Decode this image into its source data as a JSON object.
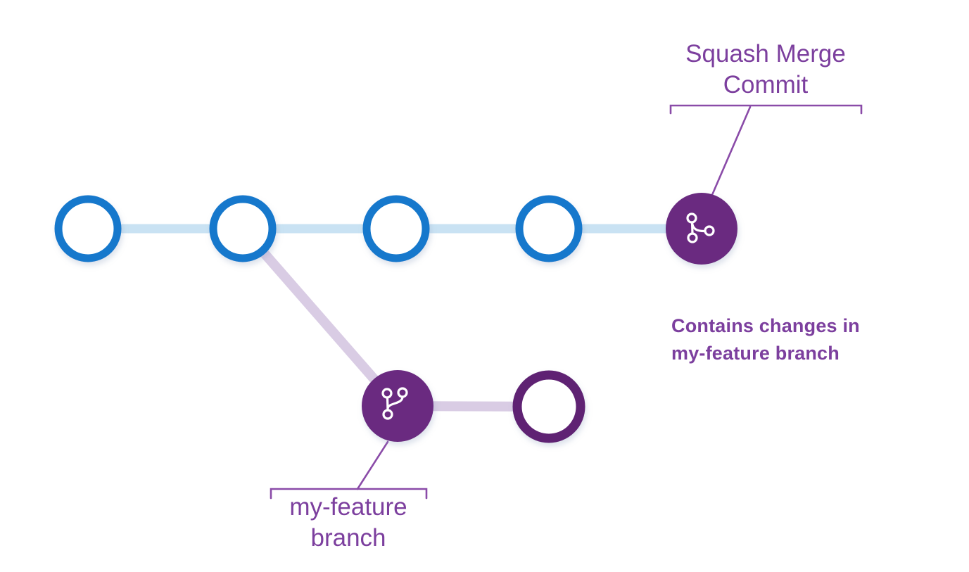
{
  "diagram": {
    "type": "git-branch-diagram",
    "annotations": {
      "squash_label": {
        "line1": "Squash Merge",
        "line2": "Commit"
      },
      "contains_note": {
        "line1": "Contains changes in",
        "line2": "my-feature branch"
      },
      "feature_label": {
        "line1": "my-feature",
        "line2": "branch"
      }
    },
    "branches": {
      "main": {
        "plain_commit_count": 4,
        "merge_commit_icon": "git-merge-icon"
      },
      "feature": {
        "name": "my-feature",
        "head_icon": "git-branch-icon",
        "plain_commit_count": 1
      }
    },
    "colors": {
      "background": "#ffffff",
      "main_line": "#c9e2f3",
      "main_ring": "#1378cc",
      "feature_line": "#d9cce4",
      "feature_ring": "#5e2373",
      "node_fill": "#6a2a80",
      "label_text": "#7c3f9e",
      "annotation_line": "#8a4ba8"
    }
  }
}
